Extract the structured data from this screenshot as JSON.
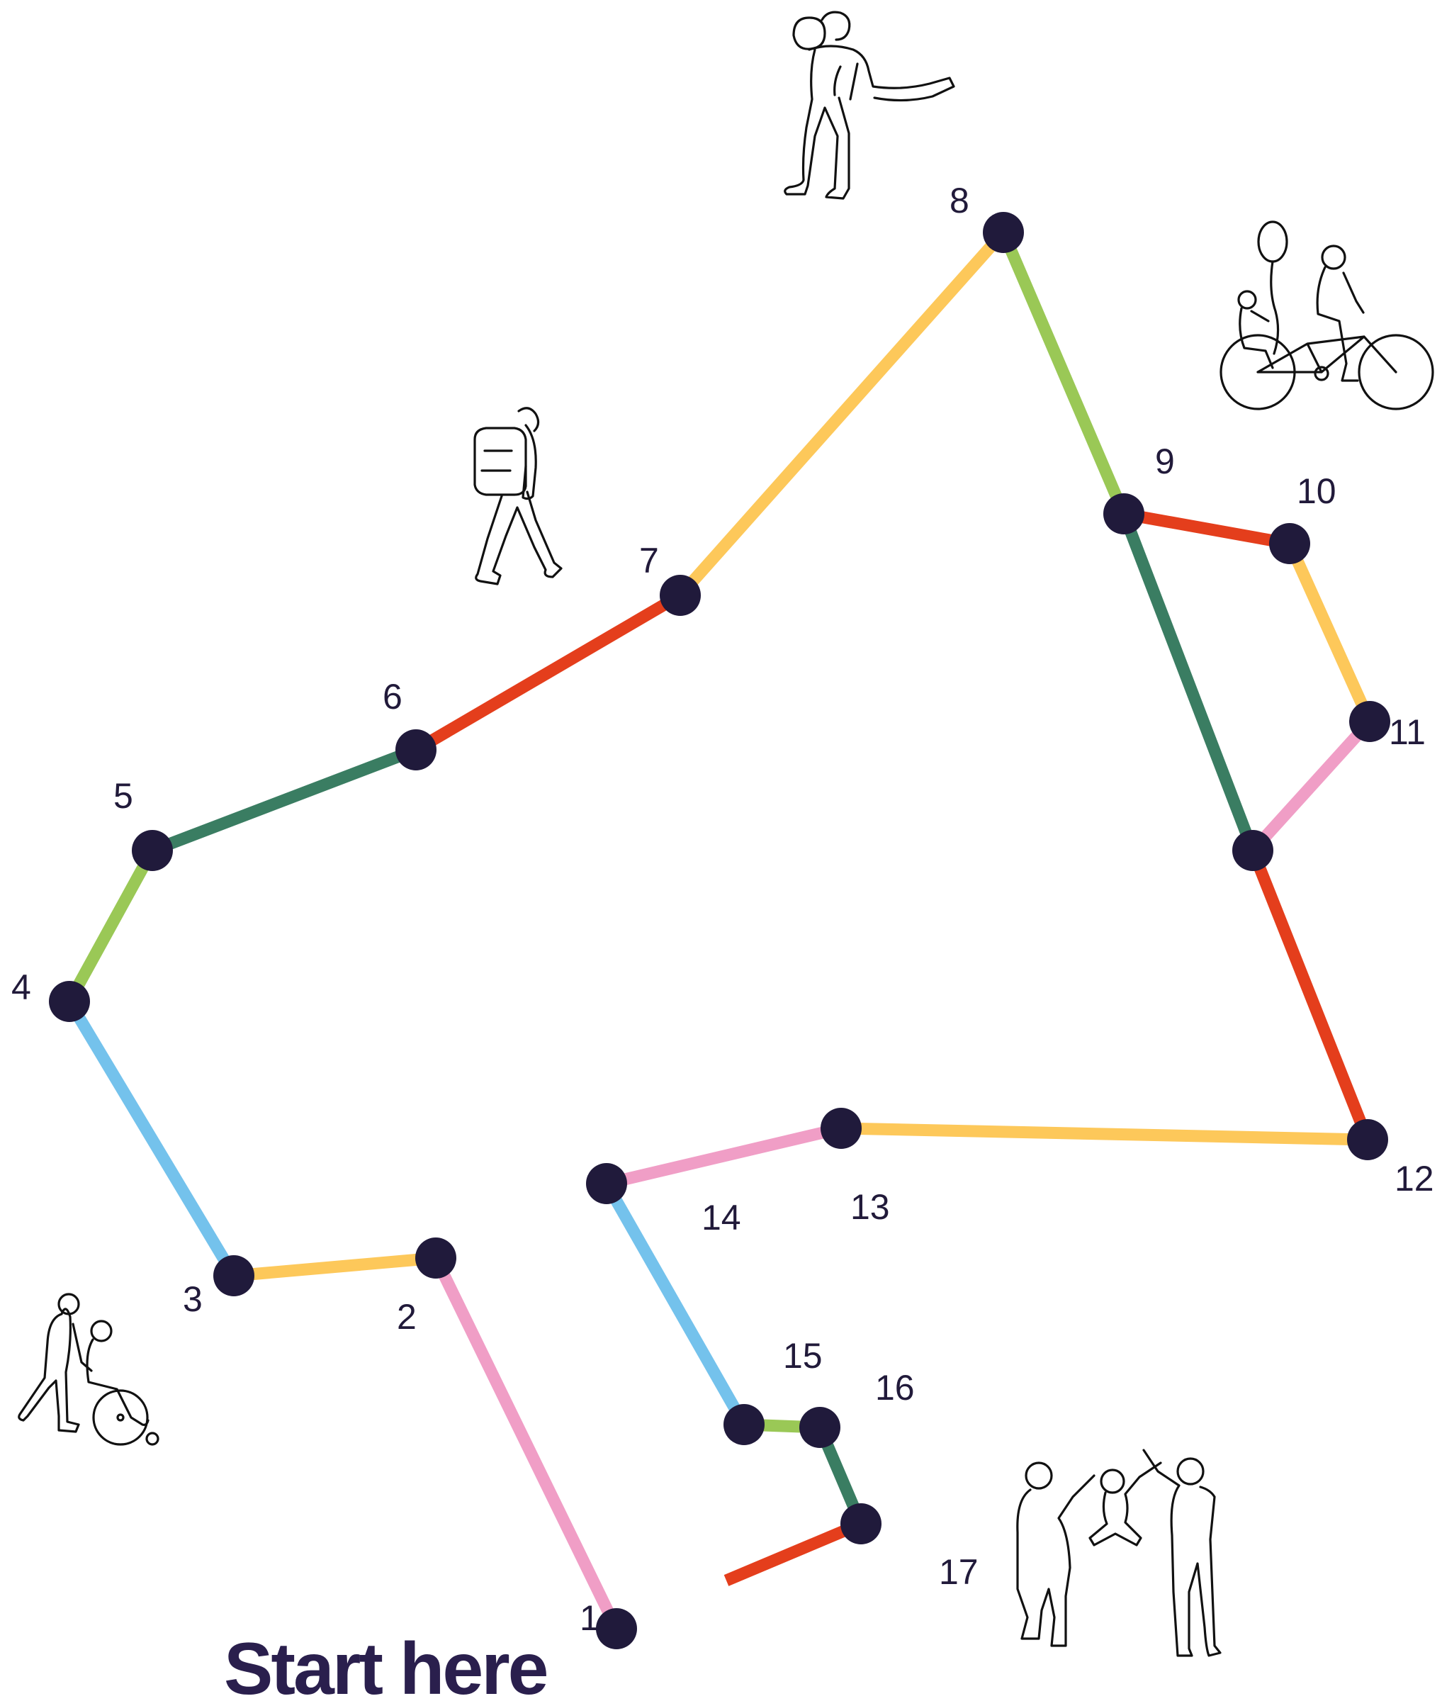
{
  "title": "Start here",
  "colors": {
    "dot": "#201a3b",
    "text": "#2a1f4d",
    "pink": "#f09ec6",
    "yellow": "#fdc85a",
    "blue": "#74c2ec",
    "light_green": "#9ac856",
    "dark_green": "#3a7d62",
    "red": "#e43e1c"
  },
  "dots": [
    {
      "label": "1"
    },
    {
      "label": "2"
    },
    {
      "label": "3"
    },
    {
      "label": "4"
    },
    {
      "label": "5"
    },
    {
      "label": "6"
    },
    {
      "label": "7"
    },
    {
      "label": "8"
    },
    {
      "label": "9"
    },
    {
      "label": "10"
    },
    {
      "label": "11"
    },
    {
      "label": "12"
    },
    {
      "label": "13"
    },
    {
      "label": "14"
    },
    {
      "label": "15"
    },
    {
      "label": "16"
    },
    {
      "label": "17"
    }
  ],
  "segment_colors": [
    "pink",
    "yellow",
    "blue",
    "light_green",
    "dark_green",
    "red",
    "yellow",
    "light_green",
    "red",
    "yellow",
    "pink",
    "red",
    "yellow",
    "pink",
    "blue",
    "light_green",
    "dark_green",
    "red"
  ],
  "illustrations": [
    {
      "name": "piggyback-people-icon"
    },
    {
      "name": "tandem-bike-with-balloon-icon"
    },
    {
      "name": "walking-with-backpack-icon"
    },
    {
      "name": "wheelchair-pusher-icon"
    },
    {
      "name": "family-swinging-child-icon"
    }
  ]
}
